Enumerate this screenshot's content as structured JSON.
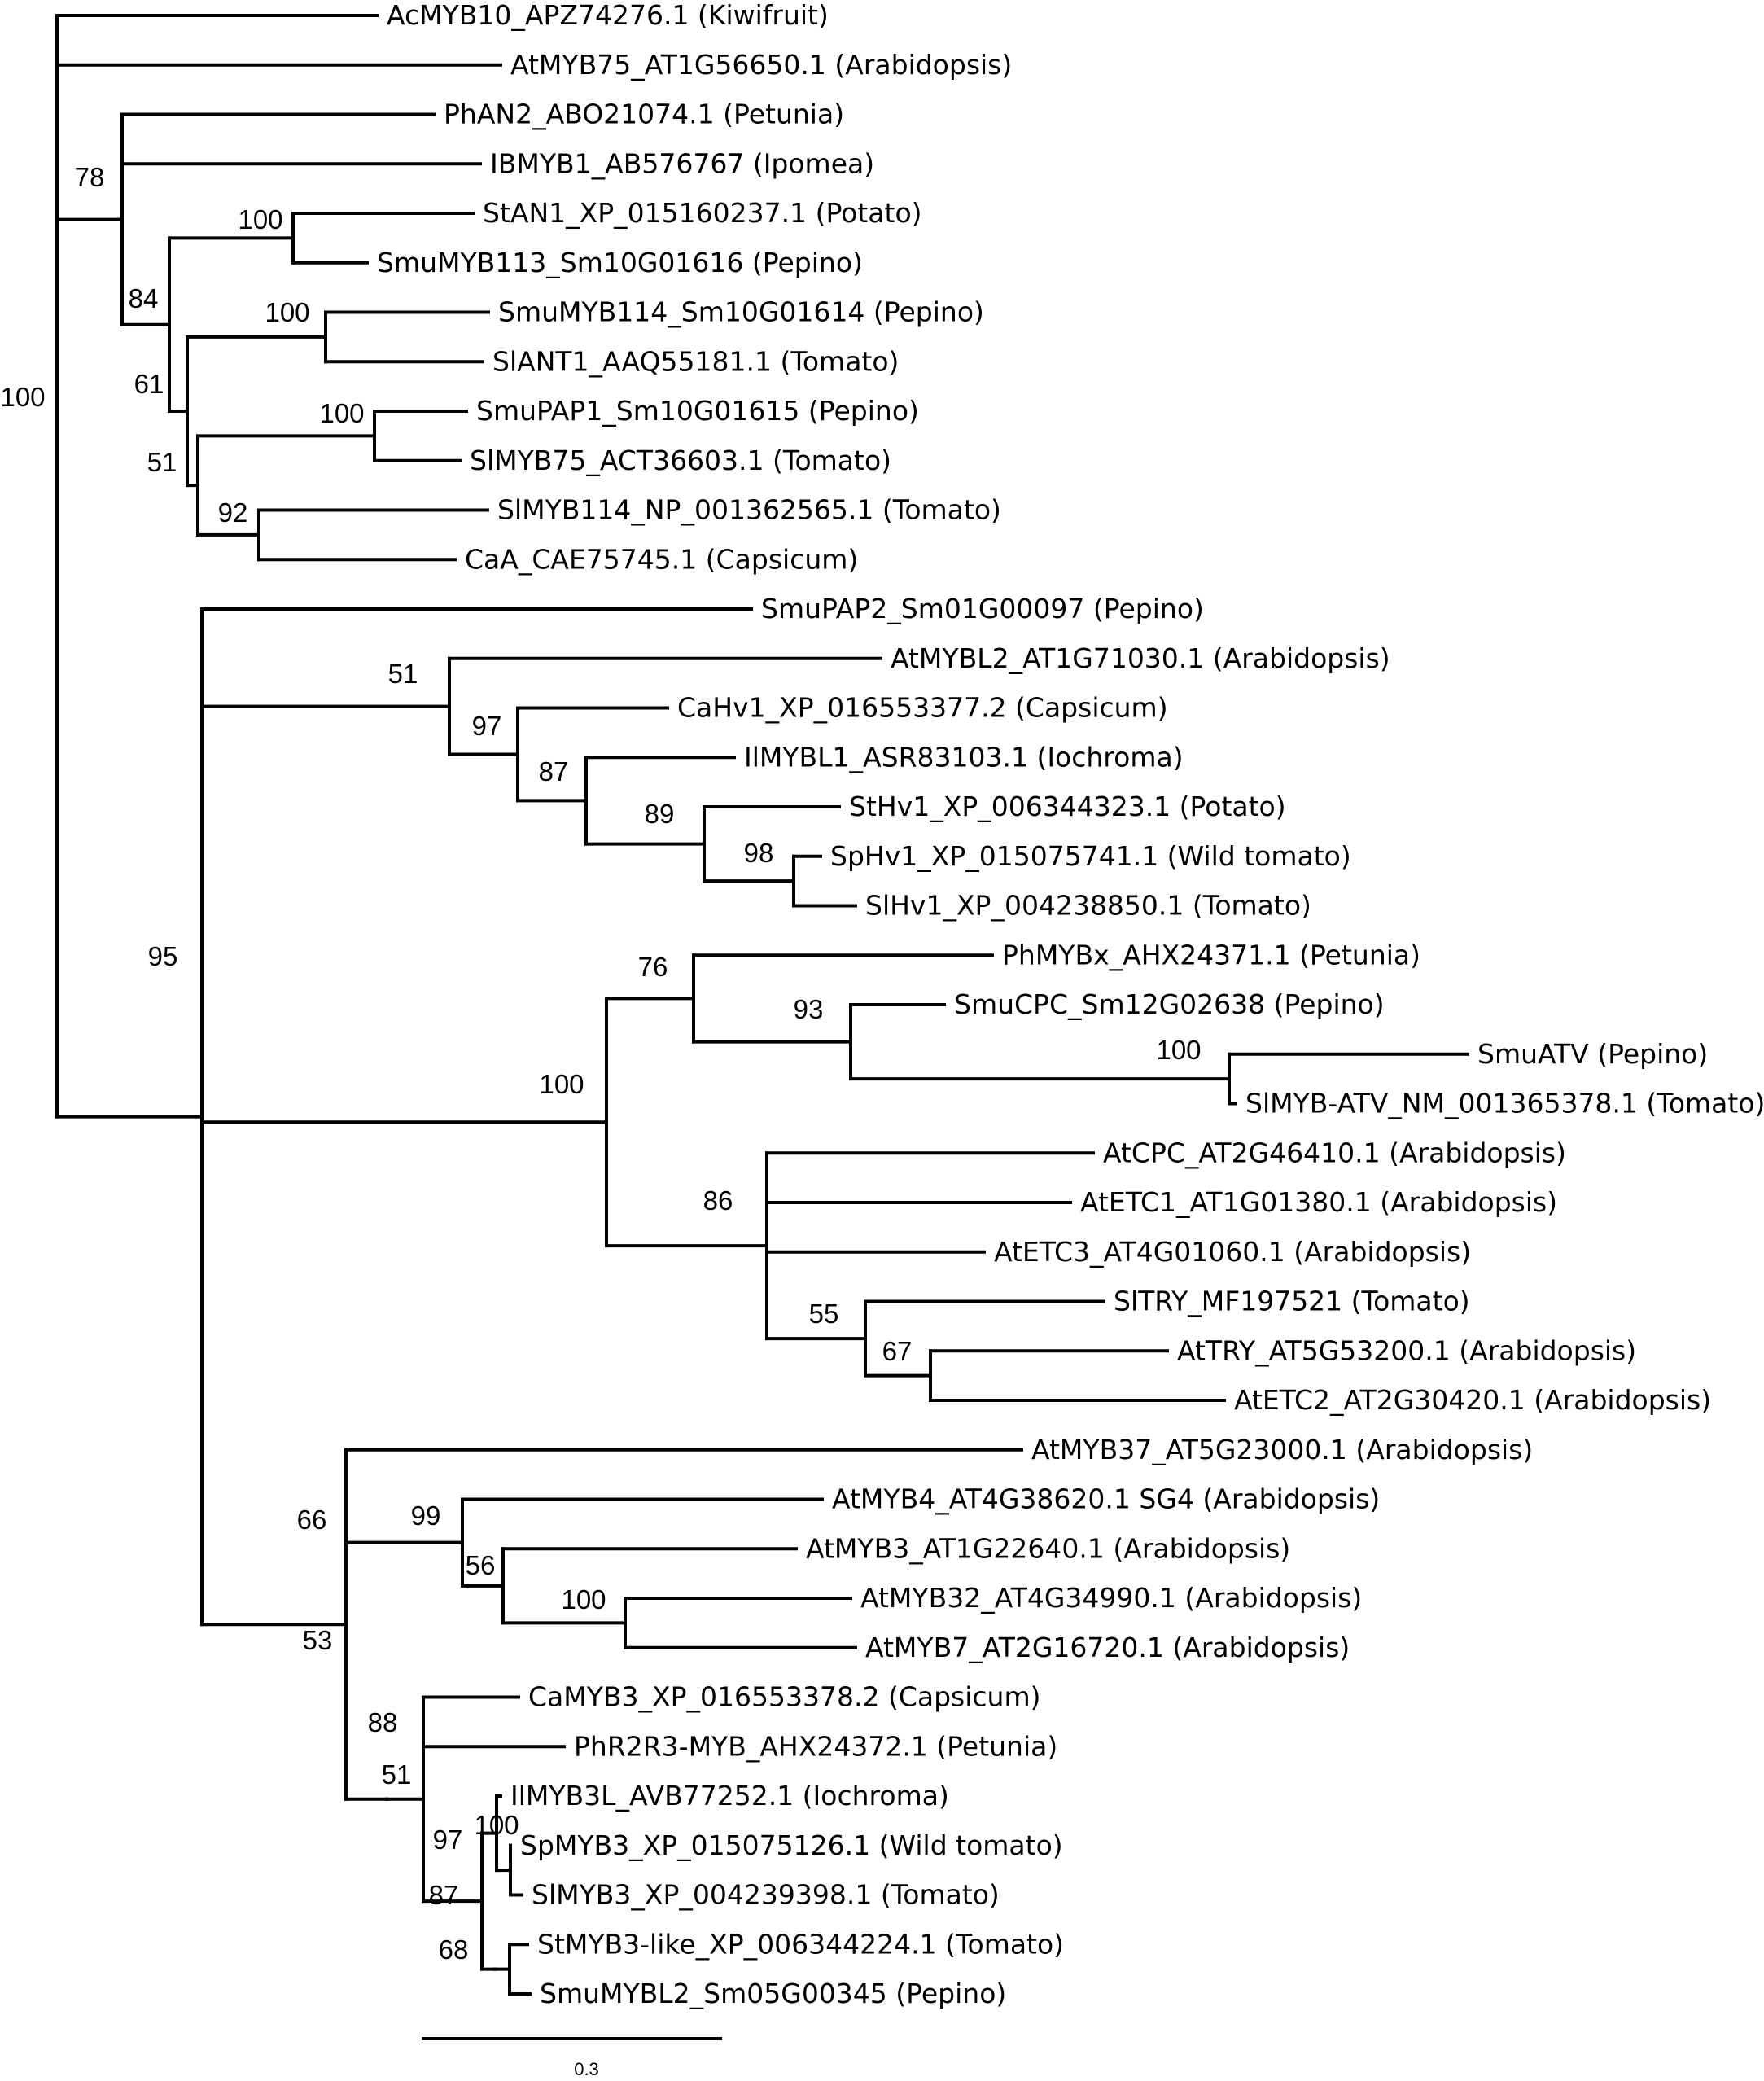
{
  "tree": {
    "leaves": [
      "AcMYB10_APZ74276.1 (Kiwifruit)",
      "AtMYB75_AT1G56650.1 (Arabidopsis)",
      "PhAN2_ABO21074.1 (Petunia)",
      "IBMYB1_AB576767 (Ipomea)",
      "StAN1_XP_015160237.1 (Potato)",
      "SmuMYB113_Sm10G01616 (Pepino)",
      "SmuMYB114_Sm10G01614 (Pepino)",
      "SlANT1_AAQ55181.1 (Tomato)",
      "SmuPAP1_Sm10G01615 (Pepino)",
      "SlMYB75_ACT36603.1 (Tomato)",
      "SlMYB114_NP_001362565.1 (Tomato)",
      "CaA_CAE75745.1 (Capsicum)",
      "SmuPAP2_Sm01G00097 (Pepino)",
      "AtMYBL2_AT1G71030.1 (Arabidopsis)",
      "CaHv1_XP_016553377.2 (Capsicum)",
      "IlMYBL1_ASR83103.1 (Iochroma)",
      "StHv1_XP_006344323.1 (Potato)",
      "SpHv1_XP_015075741.1 (Wild tomato)",
      "SlHv1_XP_004238850.1 (Tomato)",
      "PhMYBx_AHX24371.1 (Petunia)",
      "SmuCPC_Sm12G02638 (Pepino)",
      "SmuATV (Pepino)",
      "SlMYB-ATV_NM_001365378.1 (Tomato)",
      "AtCPC_AT2G46410.1 (Arabidopsis)",
      "AtETC1_AT1G01380.1 (Arabidopsis)",
      "AtETC3_AT4G01060.1 (Arabidopsis)",
      "SlTRY_MF197521 (Tomato)",
      "AtTRY_AT5G53200.1 (Arabidopsis)",
      "AtETC2_AT2G30420.1 (Arabidopsis)",
      "AtMYB37_AT5G23000.1 (Arabidopsis)",
      "AtMYB4_AT4G38620.1 SG4 (Arabidopsis)",
      "AtMYB3_AT1G22640.1 (Arabidopsis)",
      "AtMYB32_AT4G34990.1 (Arabidopsis)",
      "AtMYB7_AT2G16720.1 (Arabidopsis)",
      "CaMYB3_XP_016553378.2 (Capsicum)",
      "PhR2R3-MYB_AHX24372.1 (Petunia)",
      "IlMYB3L_AVB77252.1 (Iochroma)",
      "SpMYB3_XP_015075126.1 (Wild tomato)",
      "SlMYB3_XP_004239398.1 (Tomato)",
      "StMYB3-like_XP_006344224.1 (Tomato)",
      "SmuMYBL2_Sm05G00345 (Pepino)"
    ],
    "bootstrap_values": [
      "100",
      "78",
      "100",
      "84",
      "100",
      "61",
      "100",
      "51",
      "92",
      "95",
      "51",
      "97",
      "87",
      "89",
      "98",
      "76",
      "93",
      "100",
      "100",
      "86",
      "55",
      "67",
      "66",
      "99",
      "56",
      "100",
      "53",
      "88",
      "51",
      "97",
      "100",
      "87",
      "68"
    ],
    "scale_bar": {
      "label": "0.3",
      "length": 0.3
    }
  }
}
